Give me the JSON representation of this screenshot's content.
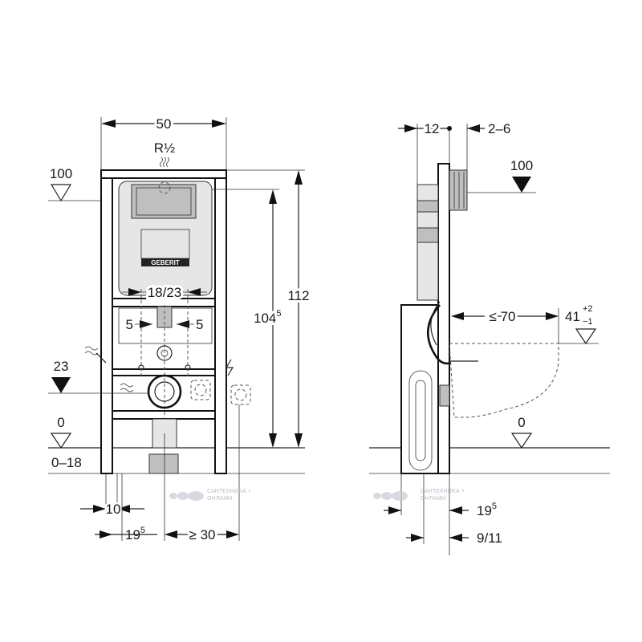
{
  "front_view": {
    "width": "50",
    "inlet": "R½",
    "floor_level_top": "100",
    "level_23": "23",
    "level_0": "0",
    "floor_range": "0–18",
    "spacing": "18/23",
    "offset_left": "5",
    "offset_right": "5",
    "height_total": "112",
    "height_inner": "104",
    "height_inner_sup": "5",
    "leg_width": "10",
    "bottom_offset": "19",
    "bottom_offset_sup": "5",
    "min_gap": "≥ 30",
    "brand": "GEBERIT"
  },
  "side_view": {
    "depth_top": "12",
    "depth_range": "2–6",
    "level_top": "100",
    "bowl_depth": "≤ 70",
    "bowl_height": "41",
    "bowl_height_plus": "+2",
    "bowl_height_minus": "−1",
    "level_0": "0",
    "bottom_offset": "19",
    "bottom_offset_sup": "5",
    "wall_range": "9/11"
  },
  "watermark": {
    "line1": "САНТЕХНИКА •",
    "line2": "ОНЛАЙН"
  }
}
